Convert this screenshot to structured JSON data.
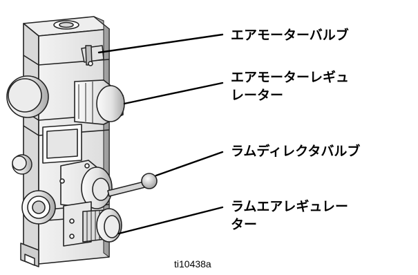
{
  "figure_id": "ti10438a",
  "callouts": [
    {
      "lines": [
        "エアモーターバルブ"
      ]
    },
    {
      "lines": [
        "エアモーターレギュ",
        "レーター"
      ]
    },
    {
      "lines": [
        "ラムディレクタバルブ"
      ]
    },
    {
      "lines": [
        "ラムエアレギュレー",
        "ター"
      ]
    }
  ]
}
